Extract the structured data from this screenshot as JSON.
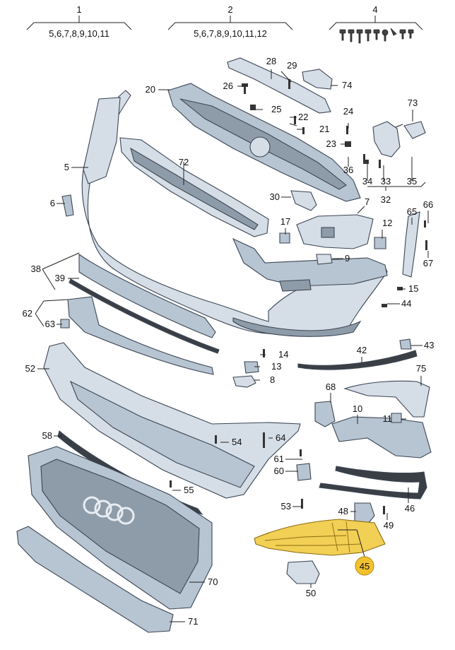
{
  "figure": {
    "groups": [
      {
        "number": "1",
        "contents": "5,6,7,8,9,10,11"
      },
      {
        "number": "2",
        "contents": "5,6,7,8,9,10,11,12"
      },
      {
        "number": "4",
        "contents": ""
      }
    ],
    "labels": [
      "5",
      "6",
      "7",
      "8",
      "9",
      "10",
      "11",
      "12",
      "13",
      "14",
      "15",
      "17",
      "20",
      "21",
      "22",
      "23",
      "24",
      "25",
      "26",
      "28",
      "29",
      "30",
      "32",
      "33",
      "34",
      "35",
      "36",
      "38",
      "39",
      "42",
      "43",
      "44",
      "46",
      "48",
      "49",
      "50",
      "52",
      "53",
      "54",
      "55",
      "58",
      "60",
      "61",
      "62",
      "63",
      "64",
      "65",
      "66",
      "67",
      "68",
      "70",
      "71",
      "72",
      "73",
      "74",
      "75"
    ],
    "highlighted_part": "45",
    "colors": {
      "part_fill": "#d5dde6",
      "part_shade": "#b7c4d1",
      "outline": "#3c4654",
      "highlight_fill": "#f2cf55",
      "badge_fill": "#f2c12e"
    }
  }
}
